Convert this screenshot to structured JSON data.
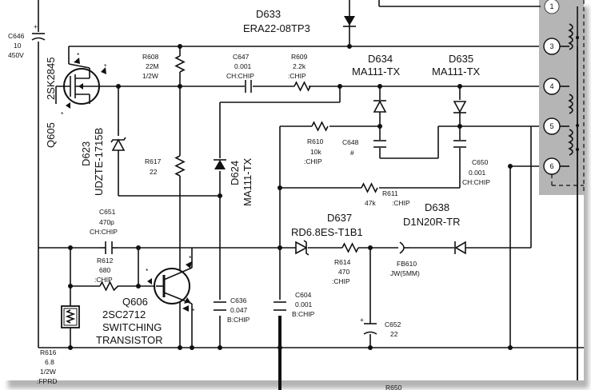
{
  "pins": {
    "1": "1",
    "3": "3",
    "4": "4",
    "5": "5",
    "6": "6"
  },
  "labels": {
    "c646": [
      "C646",
      "10",
      "450V"
    ],
    "d633": [
      "D633",
      "ERA22-08TP3"
    ],
    "r608": [
      "R608",
      "22M",
      "1/2W"
    ],
    "c647": [
      "C647",
      "0.001",
      "CH:CHIP"
    ],
    "r609": [
      "R609",
      "2.2k",
      ":CHIP"
    ],
    "d634": [
      "D634",
      "MA111-TX"
    ],
    "d635": [
      "D635",
      "MA111-TX"
    ],
    "q605": [
      "2SK2845",
      "Q605"
    ],
    "d623": [
      "D623",
      "UDZTE-1715B"
    ],
    "r617": [
      "R617",
      "22"
    ],
    "d624": [
      "D624",
      "MA111-TX"
    ],
    "r610": [
      "R610",
      "10k",
      ":CHIP"
    ],
    "c648": [
      "C648",
      "#"
    ],
    "c650": [
      "C650",
      "0.001",
      "CH:CHIP"
    ],
    "r611": [
      "R611",
      "47k",
      ":CHIP"
    ],
    "d637": [
      "D637",
      "RD6.8ES-T1B1"
    ],
    "d638": [
      "D638",
      "D1N20R-TR"
    ],
    "c651": [
      "C651",
      "470p",
      "CH:CHIP"
    ],
    "r612": [
      "R612",
      "680",
      ":CHIP"
    ],
    "r614": [
      "R614",
      "470",
      ":CHIP"
    ],
    "fb610": [
      "FB610",
      "JW(5MM)"
    ],
    "q606": [
      "Q606",
      "2SC2712",
      "SWITCHING",
      "TRANSISTOR"
    ],
    "c636": [
      "C636",
      "0.047",
      "B:CHIP"
    ],
    "c604": [
      "C604",
      "0.001",
      "B:CHIP"
    ],
    "c652": [
      "C652",
      "22"
    ],
    "r616": [
      "R616",
      "6.8",
      "1/2W",
      ":FPRD"
    ],
    "bottom_cut": "R650"
  }
}
